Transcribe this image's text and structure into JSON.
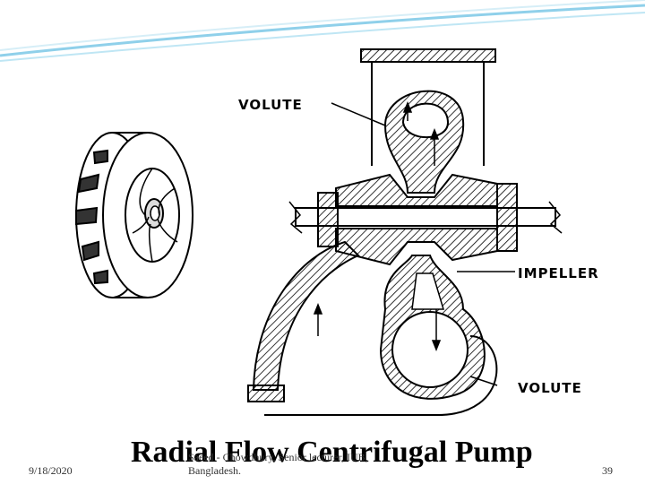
{
  "slide": {
    "title": "Radial Flow Centrifugal Pump",
    "date": "9/18/2020",
    "page_number": "39",
    "footer_line1": "Saeed - Chowdhury, Senior lecturer, IUB,",
    "footer_line2": "Bangladesh."
  },
  "diagram": {
    "labels": {
      "volute_top": "VOLUTE",
      "impeller": "IMPELLER",
      "volute_bottom": "VOLUTE"
    }
  },
  "colors": {
    "swoosh": "#8fd0ea",
    "hatch": "#000000"
  }
}
